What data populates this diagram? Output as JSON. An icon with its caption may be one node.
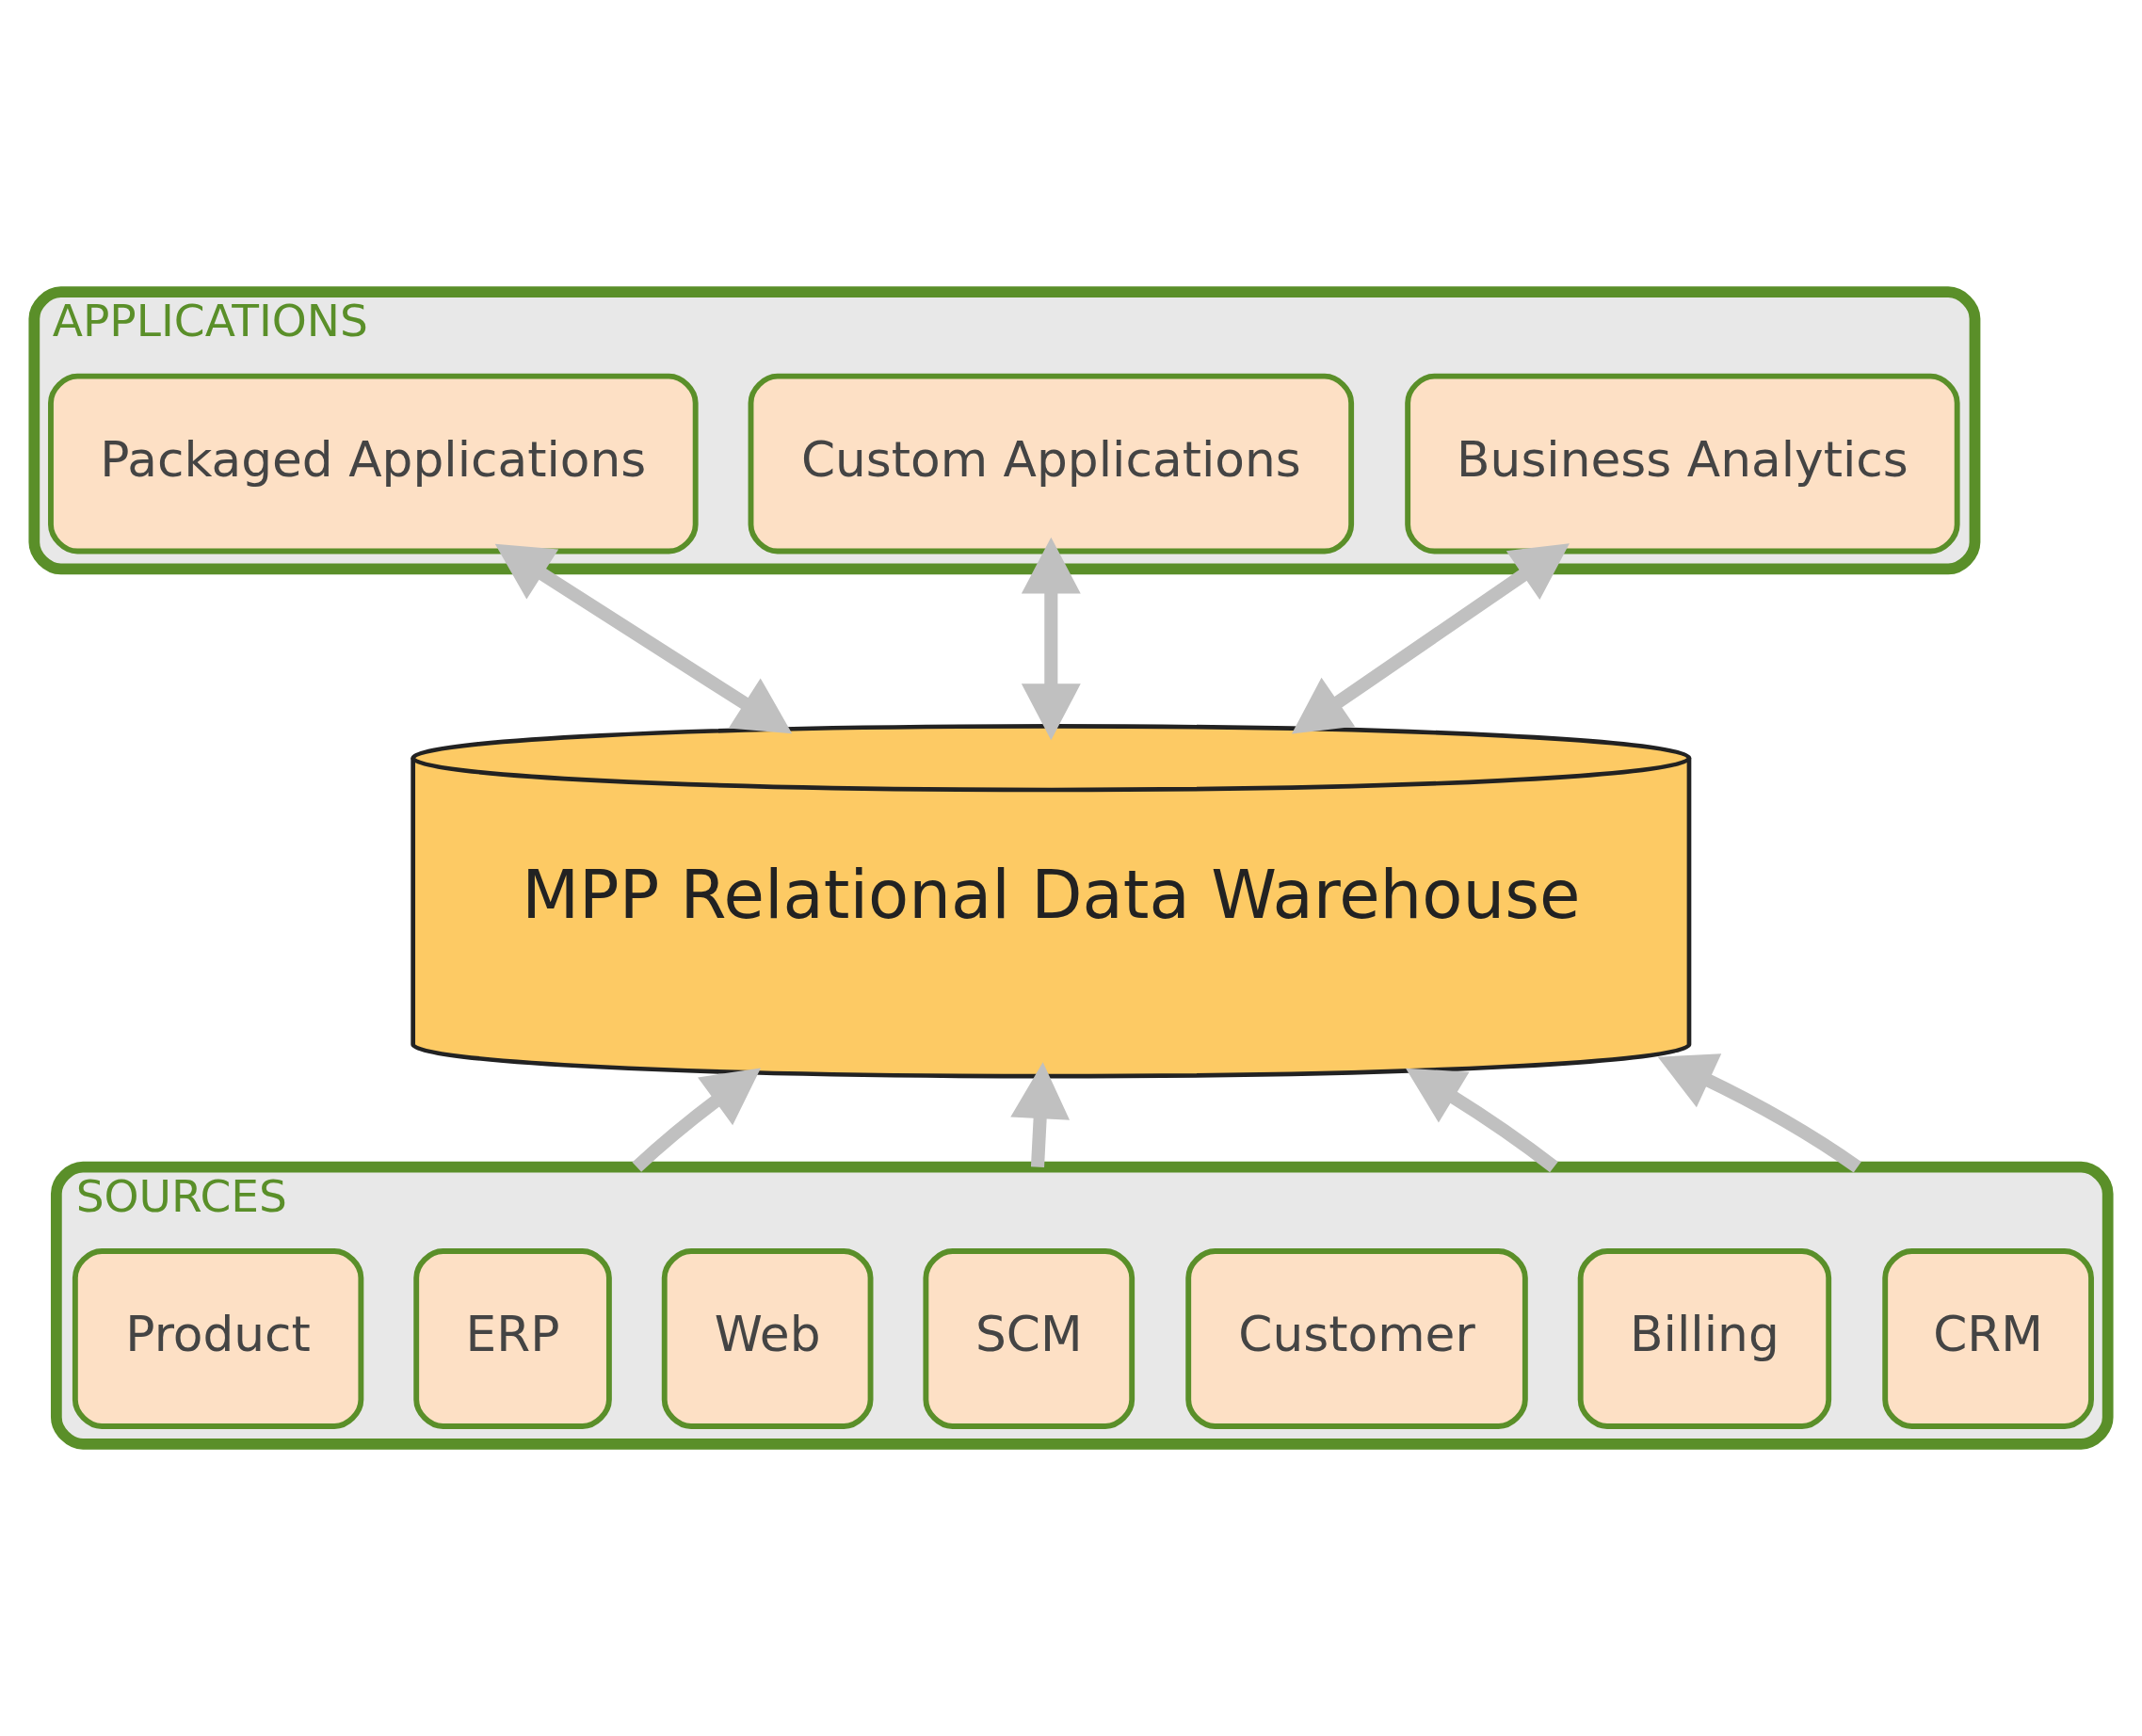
{
  "diagram": {
    "nodes": [
      {
        "text": [
          "APPLICATIONS"
        ]
      },
      {
        "text": [
          "Business Analytics"
        ],
        "in": 0
      },
      {
        "text": [
          "Custom Applications"
        ],
        "in": 0
      },
      {
        "text": [
          "Packaged Applications"
        ],
        "in": 0
      },
      {
        "text": [
          "MPP Relational Data Warehouse"
        ]
      },
      {
        "text": [
          "SOURCES"
        ]
      },
      {
        "text": [
          "CRM"
        ],
        "in": 5
      },
      {
        "text": [
          "Billing"
        ],
        "in": 5
      },
      {
        "text": [
          "Customer"
        ],
        "in": 5
      },
      {
        "text": [
          "SCM"
        ],
        "in": 5
      },
      {
        "text": [
          "Web"
        ],
        "in": 5
      },
      {
        "text": [
          "ERP"
        ],
        "in": 5
      },
      {
        "text": [
          "Product"
        ],
        "in": 5
      }
    ],
    "edges": [
      {
        "from": 1,
        "to": 4,
        "arrow": "both"
      },
      {
        "from": 2,
        "to": 4,
        "arrow": "both"
      },
      {
        "from": 3,
        "to": 4,
        "arrow": "both"
      },
      {
        "from": 5,
        "to": 4,
        "arrow": "to"
      },
      {
        "from": 5,
        "to": 4,
        "arrow": "to"
      },
      {
        "from": 5,
        "to": 4,
        "arrow": "to"
      },
      {
        "from": 5,
        "to": 4,
        "arrow": "to"
      }
    ]
  }
}
